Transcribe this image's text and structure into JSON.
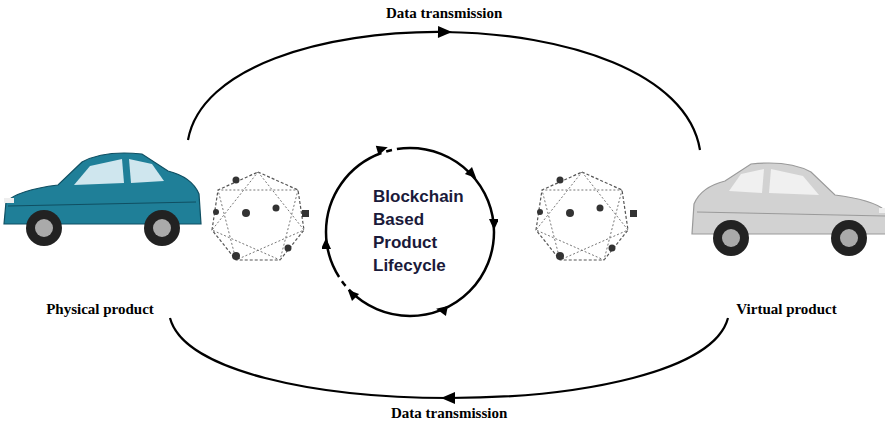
{
  "diagram": {
    "nodes": [
      {
        "text": [
          "Physical product"
        ]
      },
      {
        "text": [
          "Blockchain Based Product Lifecycle"
        ]
      },
      {
        "text": [
          "Virtual product"
        ]
      }
    ],
    "edges": [
      {
        "from": 0,
        "to": 2,
        "arrow": "to",
        "label": "Data transmission"
      },
      {
        "from": 2,
        "to": 0,
        "arrow": "to",
        "label": "Data transmission"
      }
    ]
  }
}
